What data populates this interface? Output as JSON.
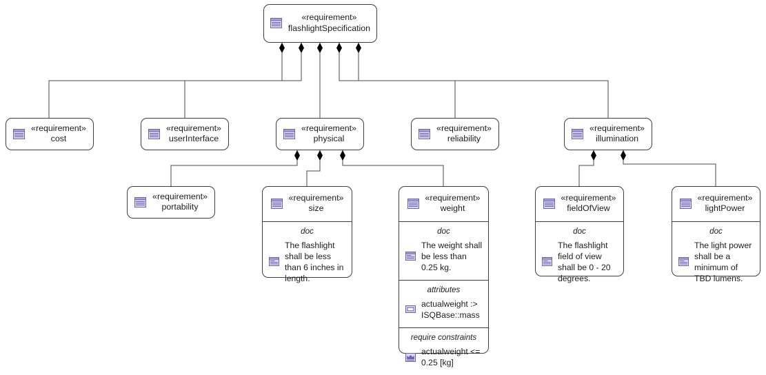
{
  "diagram": {
    "kind": "sysml-requirement-decomposition",
    "stereotype": "«requirement»",
    "compartment_labels": {
      "doc": "doc",
      "attributes": "attributes",
      "constraints": "require constraints"
    },
    "icons": {
      "requirement": "requirement-icon",
      "doc": "doc-icon",
      "attribute": "attribute-icon",
      "constraint": "constraint-icon"
    },
    "colors": {
      "node_border": "#3f3f3f",
      "node_fill": "#ffffff",
      "text": "#1c1c1c",
      "icon_accent": "#6a63b0",
      "icon_fill": "#d9d6ef",
      "edge": "#4a4a4a",
      "diamond": "#000000"
    }
  },
  "nodes": {
    "root": {
      "stereotype": "«requirement»",
      "name": "flashlightSpecification"
    },
    "cost": {
      "stereotype": "«requirement»",
      "name": "cost"
    },
    "userInterface": {
      "stereotype": "«requirement»",
      "name": "userInterface"
    },
    "physical": {
      "stereotype": "«requirement»",
      "name": "physical"
    },
    "reliability": {
      "stereotype": "«requirement»",
      "name": "reliability"
    },
    "illumination": {
      "stereotype": "«requirement»",
      "name": "illumination"
    },
    "portability": {
      "stereotype": "«requirement»",
      "name": "portability"
    },
    "size": {
      "stereotype": "«requirement»",
      "name": "size",
      "doc_label": "doc",
      "doc_text": "The flashlight shall be less than 6 inches in length."
    },
    "weight": {
      "stereotype": "«requirement»",
      "name": "weight",
      "doc_label": "doc",
      "doc_text": "The weight shall be less than 0.25 kg.",
      "attributes_label": "attributes",
      "attribute_text": "actualweight :> ISQBase::mass",
      "constraints_label": "require constraints",
      "constraint_text": "actualweight <= 0.25 [kg]"
    },
    "fieldOfView": {
      "stereotype": "«requirement»",
      "name": "fieldOfView",
      "doc_label": "doc",
      "doc_text": "The flashlight field of view shall be 0 - 20 degrees."
    },
    "lightPower": {
      "stereotype": "«requirement»",
      "name": "lightPower",
      "doc_label": "doc",
      "doc_text": "The light power shall be a minimum of TBD lumens."
    }
  },
  "edges": [
    {
      "from": "root",
      "to": "cost",
      "type": "composition"
    },
    {
      "from": "root",
      "to": "userInterface",
      "type": "composition"
    },
    {
      "from": "root",
      "to": "physical",
      "type": "composition"
    },
    {
      "from": "root",
      "to": "reliability",
      "type": "composition"
    },
    {
      "from": "root",
      "to": "illumination",
      "type": "composition"
    },
    {
      "from": "physical",
      "to": "portability",
      "type": "composition"
    },
    {
      "from": "physical",
      "to": "size",
      "type": "composition"
    },
    {
      "from": "physical",
      "to": "weight",
      "type": "composition"
    },
    {
      "from": "illumination",
      "to": "fieldOfView",
      "type": "composition"
    },
    {
      "from": "illumination",
      "to": "lightPower",
      "type": "composition"
    }
  ]
}
